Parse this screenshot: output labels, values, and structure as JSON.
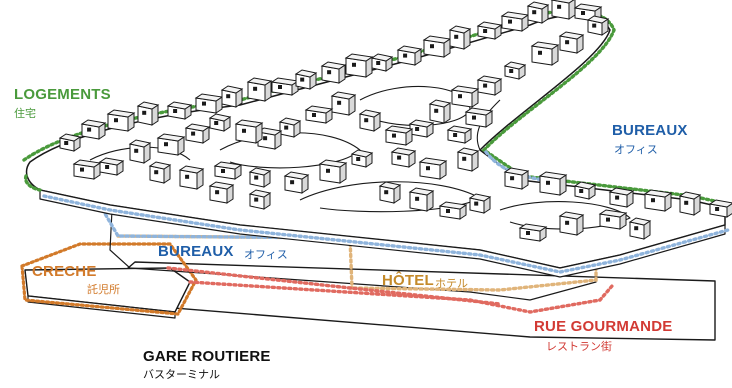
{
  "colors": {
    "logements": "#4a9a3c",
    "bureaux": "#1f5ea8",
    "bureaux_dots": "#8fb4dc",
    "hotel": "#c48a2a",
    "hotel_dots": "#e0b47a",
    "creche": "#d27a2a",
    "rue": "#d23a34",
    "rue_dots": "#e06a60",
    "gare": "#111111",
    "outline": "#1a1a1a"
  },
  "labels": {
    "logements": {
      "title": "LOGEMENTS",
      "sub": "住宅"
    },
    "bureaux_right": {
      "title": "BUREAUX",
      "sub": "オフィス"
    },
    "bureaux_mid": {
      "title": "BUREAUX",
      "sub": "オフィス"
    },
    "creche": {
      "title": "CRECHE",
      "sub": "託児所"
    },
    "hotel": {
      "title": "HÔTEL",
      "sub": "ホテル"
    },
    "rue": {
      "title": "RUE GOURMANDE",
      "sub": "レストラン街"
    },
    "gare": {
      "title": "GARE ROUTIERE",
      "sub": "バスターミナル"
    }
  }
}
